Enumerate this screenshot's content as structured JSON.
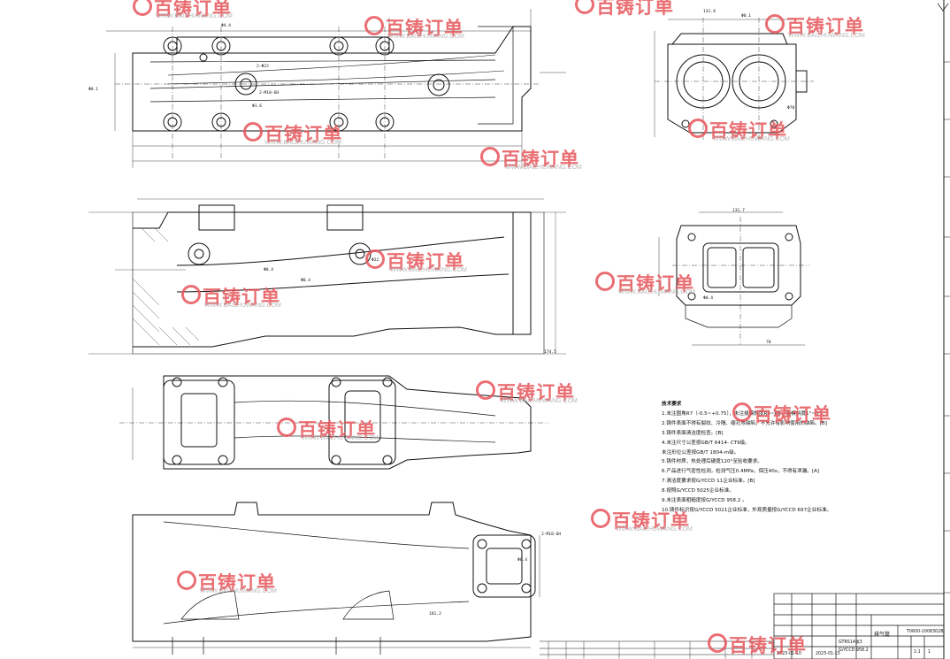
{
  "watermark": {
    "brand": "百铸订单",
    "url": "WWW.BAIZHUWANG.COM"
  },
  "notes": {
    "title": "技术要求",
    "items": [
      "1.未注圆角R7（-0.5~+0.75），未注拔模斜度R3~R6，拔模斜度1°~3°。",
      "2.铸件表面不得有裂纹、冷隔、缩孔等缺陷，不允许有影响使用的缺陷。[B]",
      "3.铸件表面清洁度检查。[B]",
      "4.未注尺寸公差按GB/T 6414- CT9级。",
      "   未注形位公差按GB/T 1804-m级。",
      "5.铸件材质，热处理后硬度120°至验收要求。",
      "6.产品进行气密性检测，检测气压0.4MPa，保压40s，不得有泄漏。[A]",
      "7.清洁度要求按G/YCCD 11企业标准。[B]",
      "8.按照G/YCCD 5025企业标准。",
      "9.未注表面粗糙度按G/YCCD 958.2 。",
      "10.铸件标识按G/YCCD 5021企业标准，外观质量按G/YCCD 697企业标准。"
    ]
  },
  "title_block": {
    "drawing_number": "T0600-1008302B",
    "part_name": "排气管",
    "standard_1": "GTRS14板3",
    "standard_2": "G/YCCD 958.2",
    "scale": "1:1",
    "sheet": "1",
    "date_1": "2023-01-10",
    "date_2": "2023-01-15"
  },
  "dimensions": {
    "d_top_1": "2-Φ22",
    "d_top_2": "2-M10-6H",
    "d_top_3": "Φ1.6",
    "d_left_1": "Φ0.1",
    "d_box_1": "174.5",
    "d_sec_1": "Φ22",
    "d_right_1": "Φ70",
    "d_right_2": "Φ0.1",
    "d_right_3": "Φ4.4",
    "d_side_1": "131.8",
    "d_side_2": "Φ0.4",
    "d_flange_1": "131.7",
    "d_flange_2": "Φ0.4",
    "d_flange_3": "70",
    "d_flange_4": "Φ0.4",
    "d_bottom_1": "2-M10-6H",
    "d_bottom_2": "181.2",
    "d_bottom_3": "Φ0.4"
  }
}
